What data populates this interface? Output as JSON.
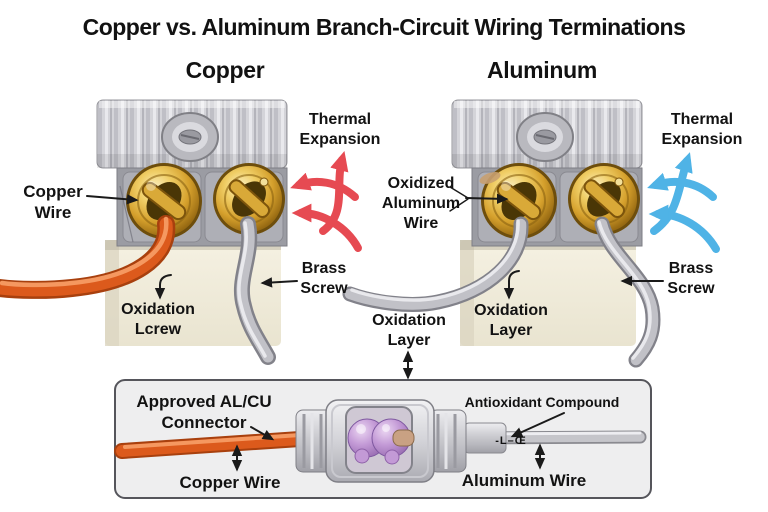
{
  "title": "Copper vs. Aluminum Branch-Circuit Wiring Terminations",
  "panels": {
    "copper": {
      "heading": "Copper",
      "wire_label": [
        "Copper",
        "Wire"
      ],
      "thermal_label": [
        "Thermal",
        "Expansion"
      ],
      "brass_label": [
        "Brass",
        "Screw"
      ],
      "oxidation_label": [
        "Oxidation",
        "Lcrew"
      ]
    },
    "aluminum": {
      "heading": "Aluminum",
      "wire_label": [
        "Oxidized",
        "Aluminum",
        "Wire"
      ],
      "thermal_label": [
        "Thermal",
        "Expansion"
      ],
      "brass_label": [
        "Brass",
        "Screw"
      ],
      "oxidation_label_outer": [
        "Oxidation",
        "Layer"
      ],
      "oxidation_label_inner": [
        "Oxidation",
        "Layer"
      ]
    }
  },
  "connector_panel": {
    "approved_label": [
      "Approved AL/CU",
      "Connector"
    ],
    "antioxidant_label": "Antioxidant Compound",
    "copper_wire_label": "Copper Wire",
    "aluminum_wire_label": "Aluminum Wire",
    "wire_marking": "-L–Œ"
  },
  "colors": {
    "copper_wire": "#DC5A1C",
    "aluminum_wire": "#C1C1C7",
    "brass_screw": "#D9A938",
    "thermal_copper_arrows": "#E64A52",
    "thermal_aluminum_arrows": "#4FB3E6",
    "antioxidant_compound": "#B083C8",
    "leader_lines": "#1A1A1A"
  }
}
